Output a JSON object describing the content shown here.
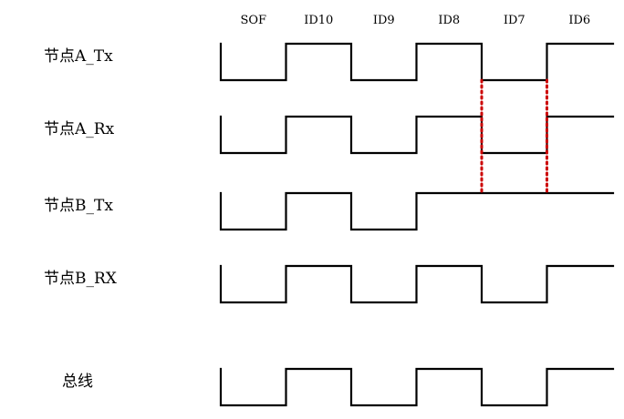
{
  "bits": [
    "SOF",
    "ID10",
    "ID9",
    "ID8",
    "ID7",
    "ID6"
  ],
  "signals": [
    {
      "name": "节点A_Tx",
      "levels": [
        0,
        1,
        0,
        1,
        0,
        1
      ]
    },
    {
      "name": "节点A_Rx",
      "levels": [
        0,
        1,
        0,
        1,
        0,
        1
      ]
    },
    {
      "name": "节点B_Tx",
      "levels": [
        0,
        1,
        0,
        1,
        1,
        1
      ]
    },
    {
      "name": "节点B_RX",
      "levels": [
        0,
        1,
        0,
        1,
        0,
        1
      ]
    },
    {
      "name": "总线",
      "levels": [
        0,
        1,
        0,
        1,
        0,
        1
      ]
    }
  ],
  "markers": {
    "bit_index": 4,
    "color": "#cc0000"
  },
  "colors": {
    "wave": "#000000",
    "marker": "#cc0000"
  }
}
